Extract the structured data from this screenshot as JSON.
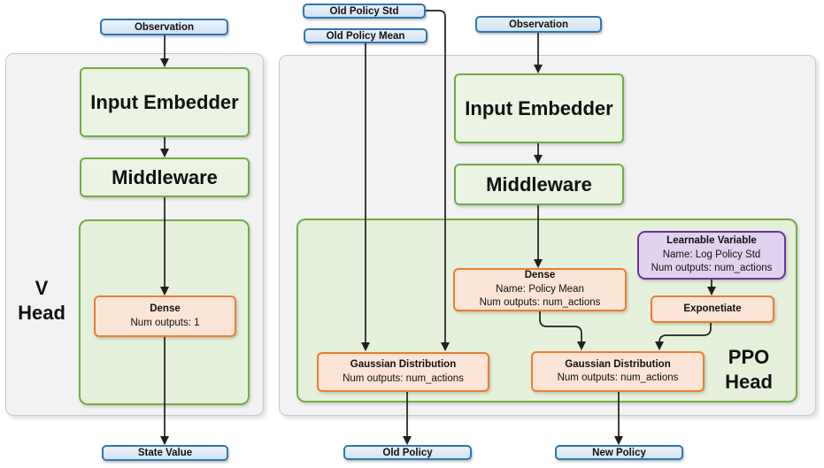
{
  "colors": {
    "page_bg": "#ffffff",
    "panel_fill": "#f2f2f2",
    "panel_border": "#c9c9c9",
    "green_border": "#70ad47",
    "green_fill": "#ebf3e2",
    "green_container_fill": "#e5f0db",
    "orange_border": "#ed7d31",
    "orange_fill": "#fce4d6",
    "purple_border": "#7030a0",
    "purple_fill": "#e1d2ef",
    "blue_border": "#2e75b6",
    "blue_fill_top": "#eaf2fa",
    "blue_fill_bottom": "#d2e3f3",
    "line_color": "#1f1f1f",
    "text_color": "#111111"
  },
  "v_head": {
    "label_line1": "V",
    "label_line2": "Head",
    "observation": "Observation",
    "input_embedder": "Input Embedder",
    "middleware": "Middleware",
    "dense": {
      "title": "Dense",
      "line2": "Num outputs: 1"
    },
    "state_value": "State Value"
  },
  "ppo_head": {
    "label_line1": "PPO",
    "label_line2": "Head",
    "old_policy_std": "Old Policy Std",
    "old_policy_mean": "Old Policy Mean",
    "observation": "Observation",
    "input_embedder": "Input Embedder",
    "middleware": "Middleware",
    "dense": {
      "title": "Dense",
      "line2": "Name: Policy Mean",
      "line3": "Num outputs: num_actions"
    },
    "learnable_variable": {
      "title": "Learnable Variable",
      "line2": "Name: Log Policy Std",
      "line3": "Num outputs: num_actions"
    },
    "exponetiate": "Exponetiate",
    "gaussian_old": {
      "title": "Gaussian Distribution",
      "line2": "Num outputs: num_actions"
    },
    "gaussian_new": {
      "title": "Gaussian Distribution",
      "line2": "Num outputs: num_actions"
    },
    "old_policy": "Old Policy",
    "new_policy": "New Policy"
  }
}
